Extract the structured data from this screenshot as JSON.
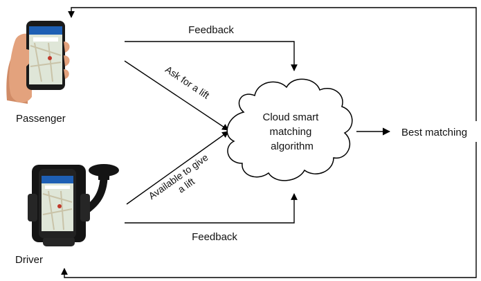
{
  "nodes": {
    "passenger": {
      "label": "Passenger",
      "icon": "phone-in-hand-icon"
    },
    "driver": {
      "label": "Driver",
      "icon": "phone-car-mount-icon"
    },
    "cloud": {
      "lines": [
        "Cloud smart",
        "matching",
        "algorithm"
      ],
      "icon": "cloud-icon"
    },
    "result": {
      "label": "Best matching"
    }
  },
  "edges": {
    "feedback_top": {
      "label": "Feedback"
    },
    "feedback_bottom": {
      "label": "Feedback"
    },
    "ask": {
      "label": "Ask for a lift"
    },
    "offer": {
      "lines": [
        "Available to give",
        "a lift"
      ]
    }
  },
  "colors": {
    "line": "#000000",
    "phone_body": "#1a1a1a",
    "screen": "#dfe6d8",
    "app_header": "#1e5fb4",
    "skin": "#e3a27d",
    "mount": "#141414"
  }
}
